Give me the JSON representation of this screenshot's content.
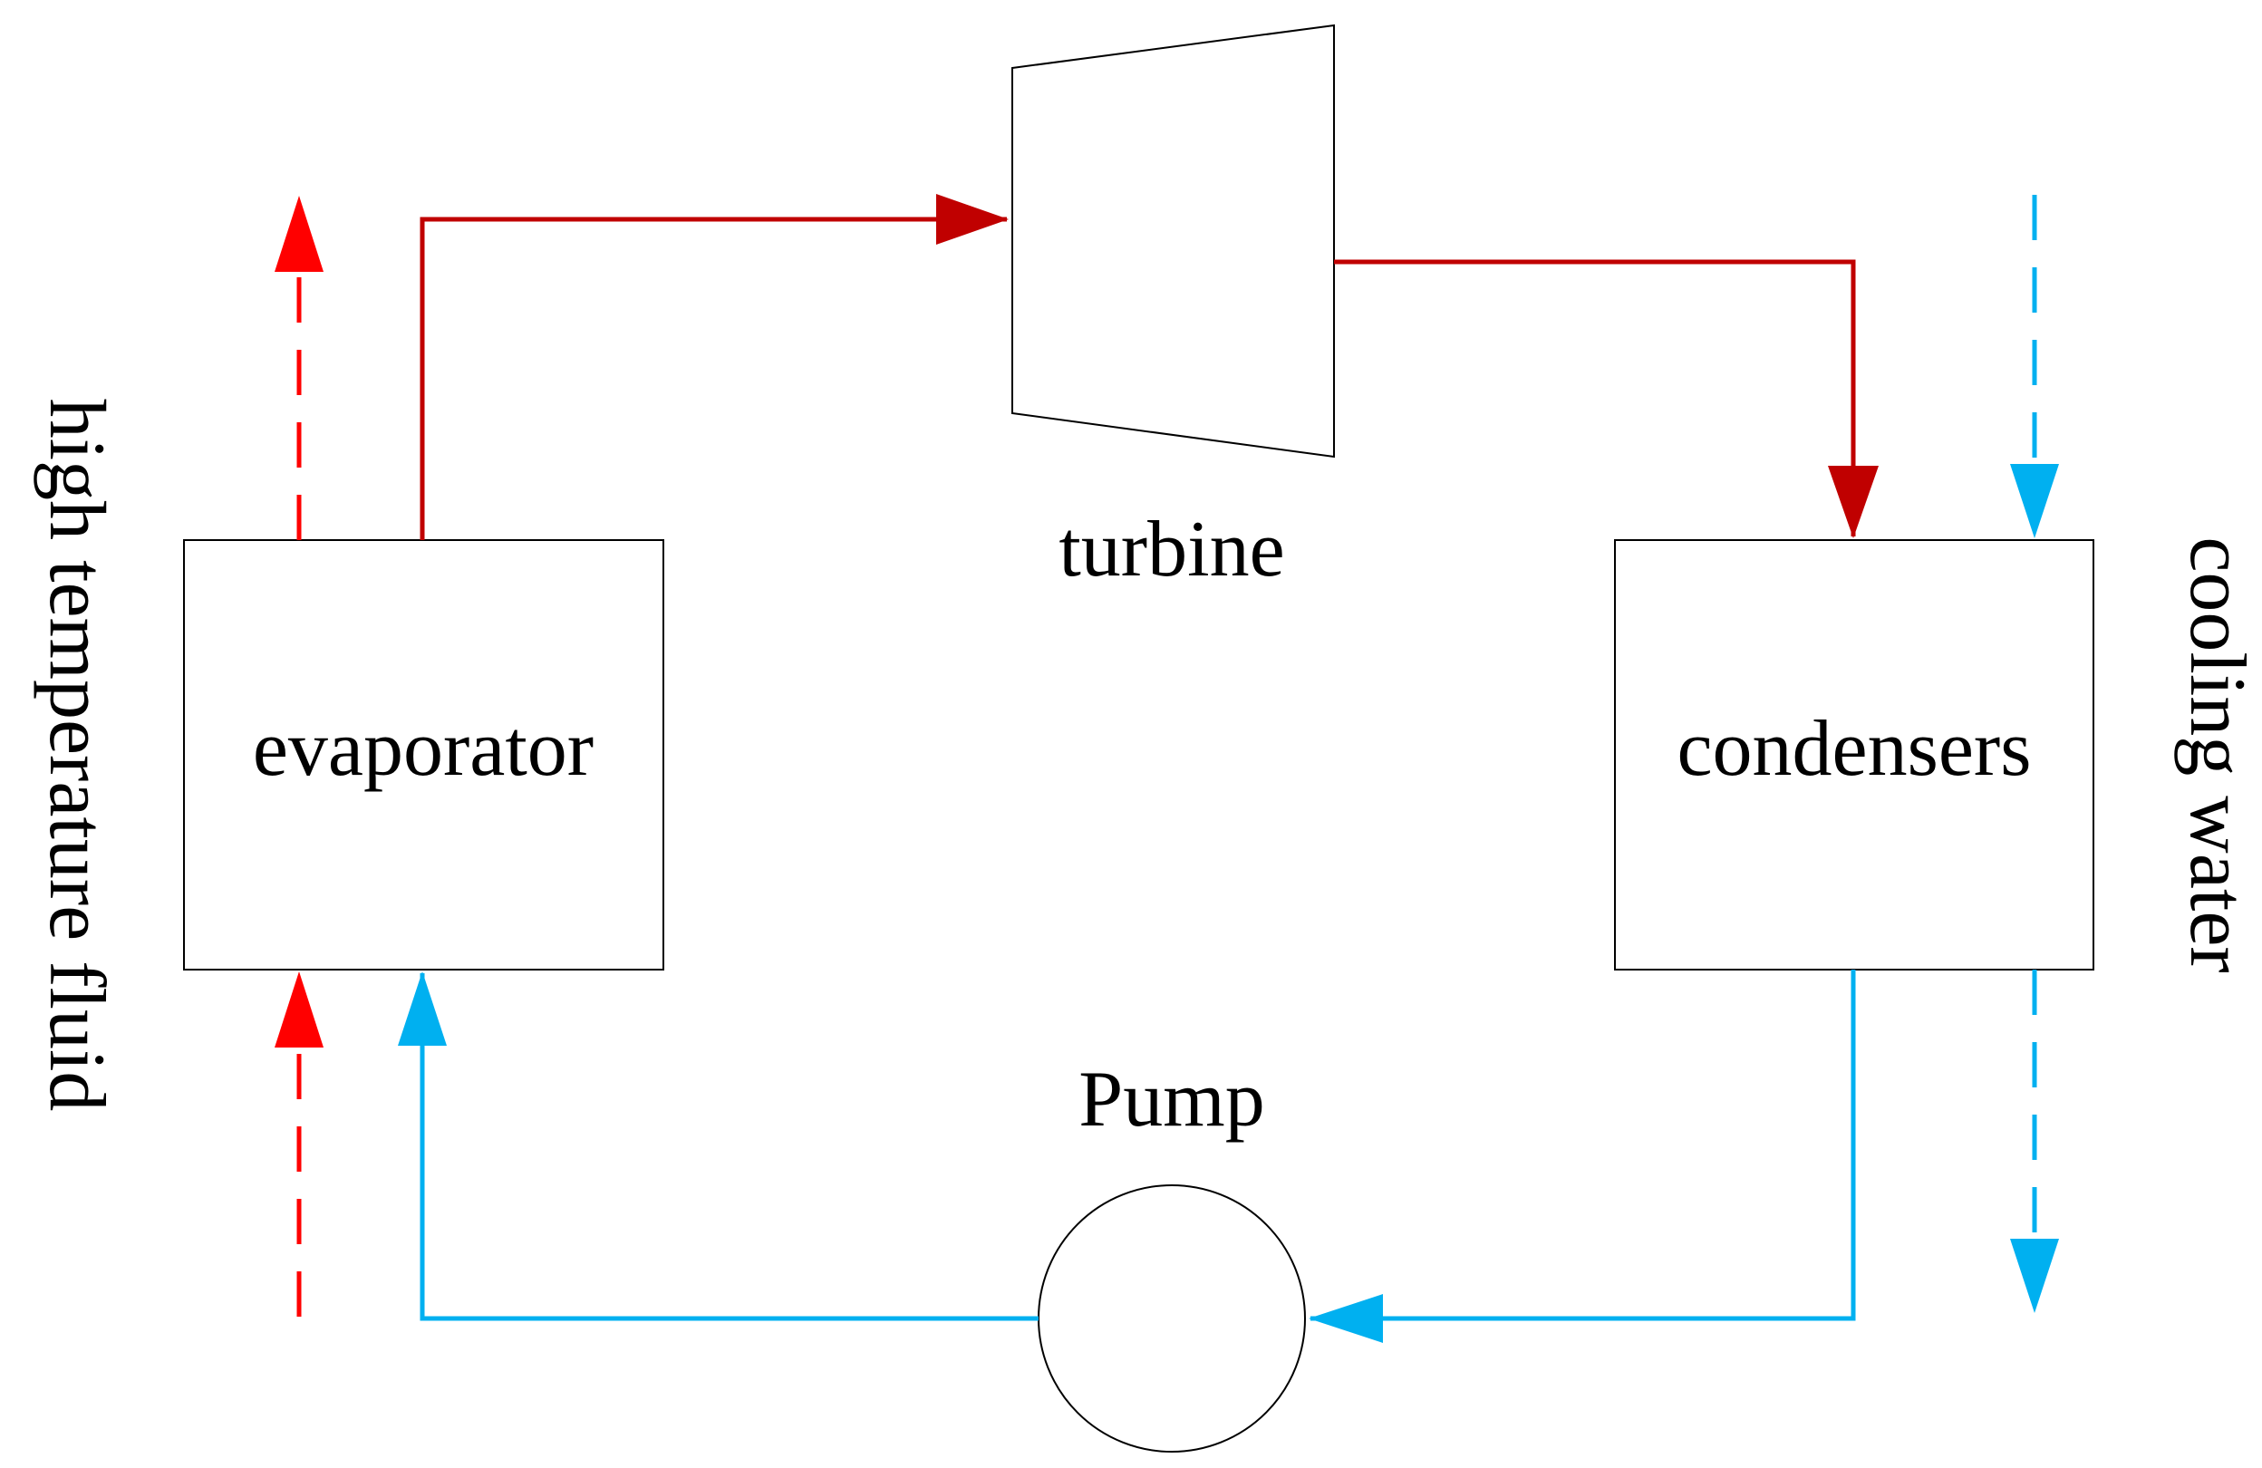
{
  "labels": {
    "evaporator": "evaporator",
    "turbine": "turbine",
    "condensers": "condensers",
    "pump": "Pump",
    "high_temperature_fluid": "high temperature fluid",
    "cooling_water": "cooling water"
  },
  "colors": {
    "hot_working_fluid": "#c00000",
    "heat_source_fluid": "#ff0000",
    "cold_fluid": "#00b0f0",
    "outline": "#000000",
    "background": "#ffffff"
  }
}
